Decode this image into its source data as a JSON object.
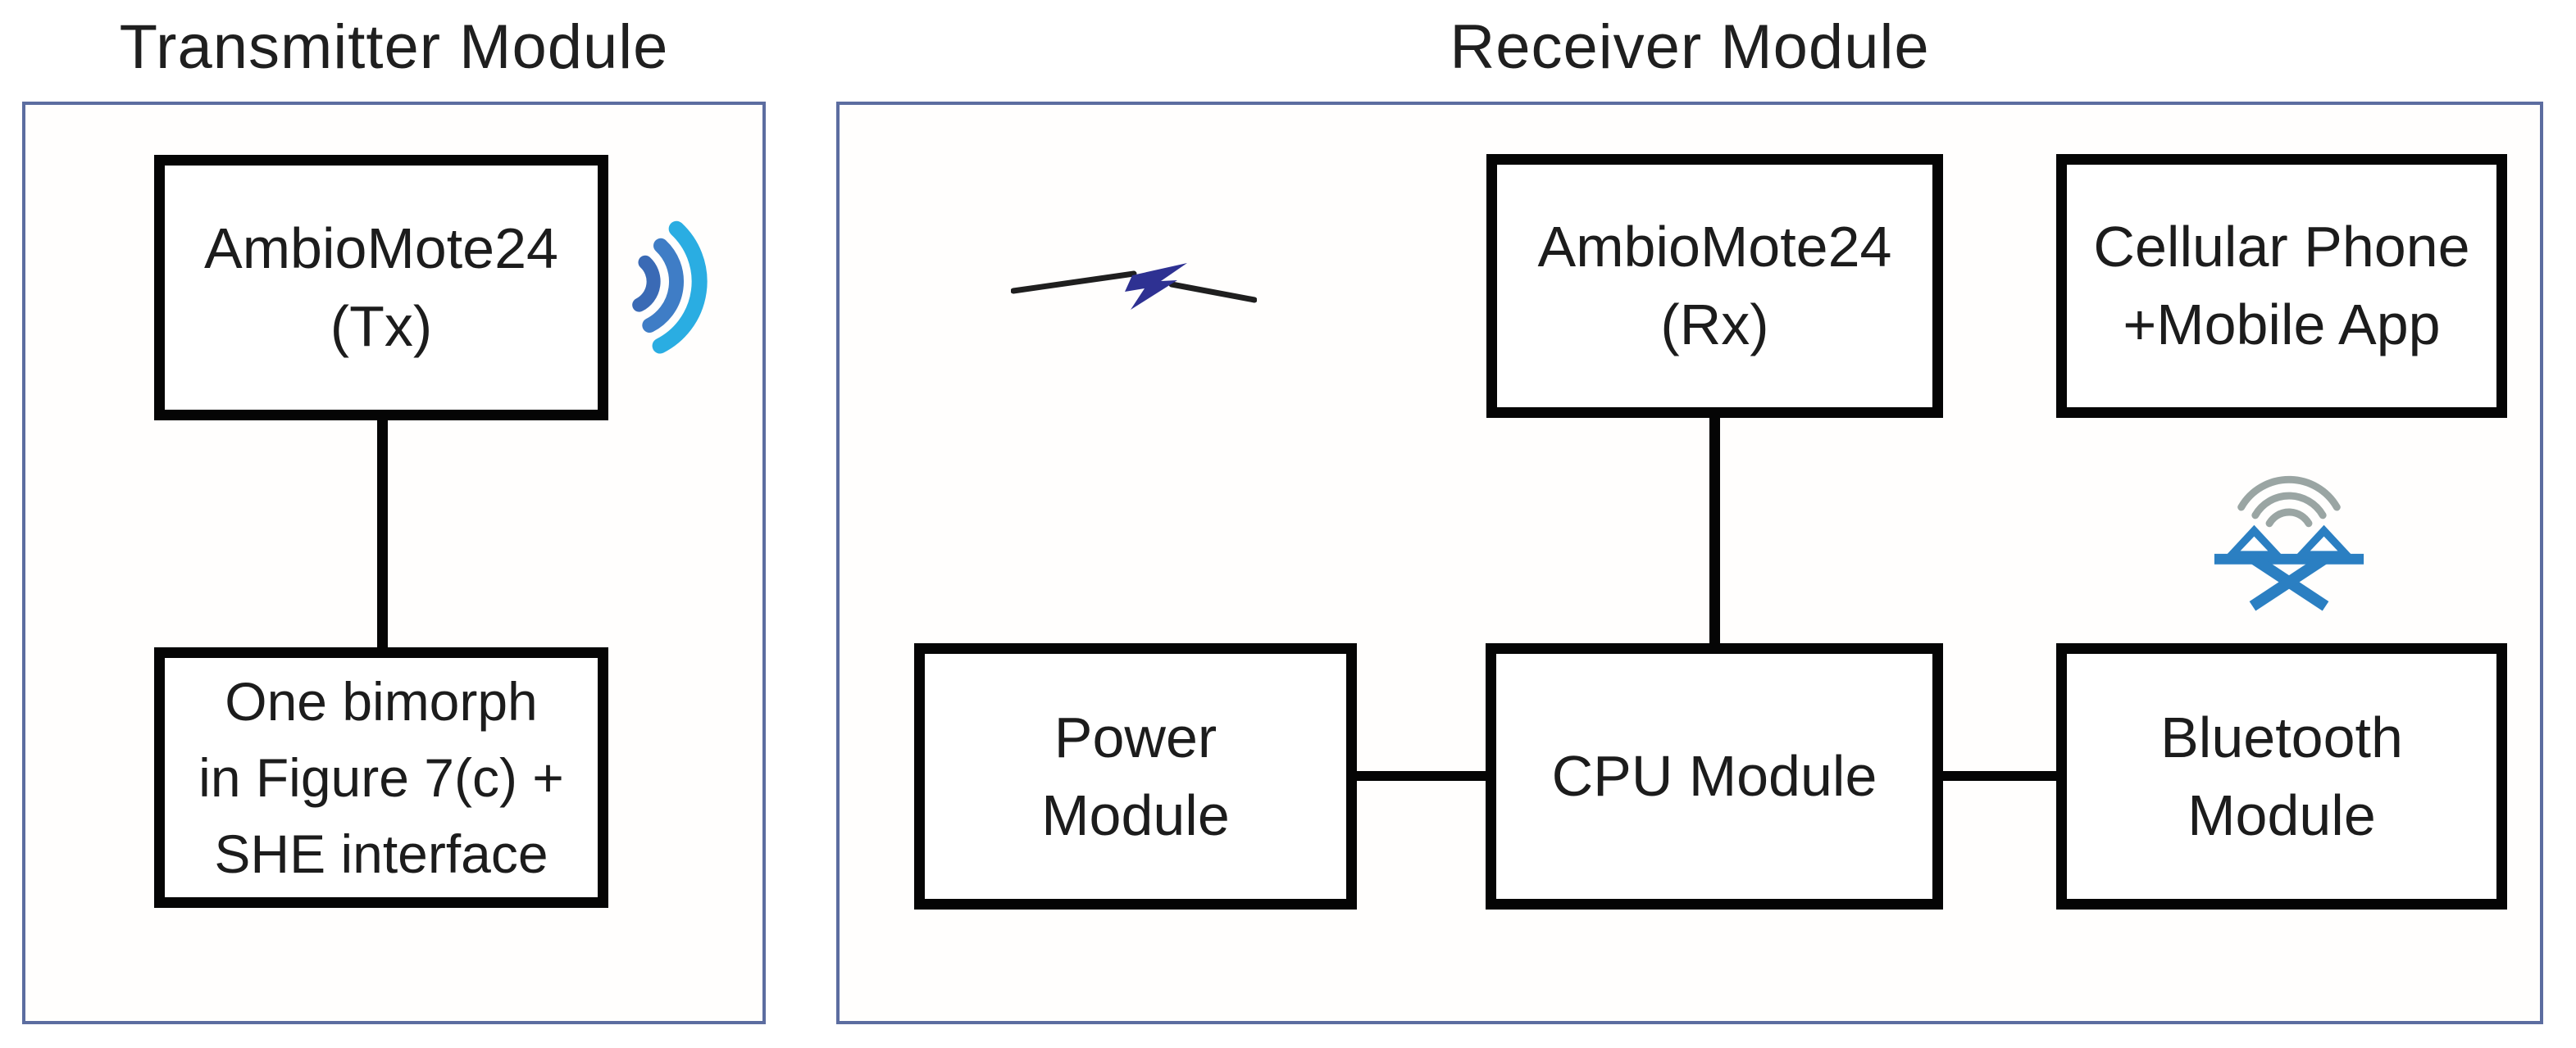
{
  "diagram": {
    "transmitter": {
      "title": "Transmitter Module",
      "nodes": {
        "ambiomote_tx": {
          "lines": [
            "AmbioMote24",
            "(Tx)"
          ]
        },
        "bimorph": {
          "lines": [
            "One bimorph",
            "in Figure 7(c) +",
            "SHE interface"
          ]
        }
      },
      "icons": {
        "signal_waves": "radio-signal-waves"
      }
    },
    "receiver": {
      "title": "Receiver Module",
      "nodes": {
        "ambiomote_rx": {
          "lines": [
            "AmbioMote24",
            "(Rx)"
          ]
        },
        "cellular": {
          "lines": [
            "Cellular Phone",
            "+Mobile App"
          ]
        },
        "power": {
          "lines": [
            "Power",
            "Module"
          ]
        },
        "cpu": {
          "lines": [
            "CPU Module"
          ]
        },
        "bluetooth_module": {
          "lines": [
            "Bluetooth",
            "Module"
          ]
        }
      },
      "icons": {
        "rf_link": "rf-link-lightning",
        "bluetooth": "bluetooth-signal"
      }
    },
    "colors": {
      "panel_border": "#5c6da0",
      "node_border": "#050505",
      "text": "#1c1c1c",
      "signal_arc_inner": "#3a6ab5",
      "signal_arc_middle": "#3f7dc6",
      "signal_arc_outer": "#2aade2",
      "lightning_body": "#2e3192",
      "lightning_tails": "#1f1f1f",
      "bluetooth_rune": "#2b7fc2",
      "bluetooth_arcs": "#9aa5a3"
    }
  }
}
